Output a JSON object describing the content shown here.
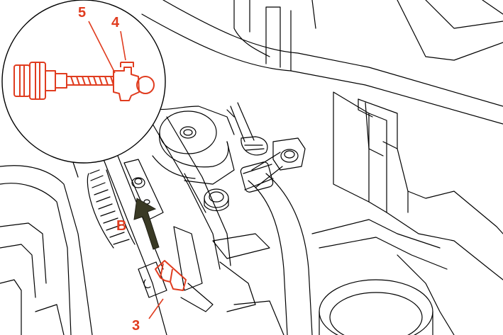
{
  "callouts": {
    "part_5": "5",
    "part_4": "4",
    "part_3": "3",
    "direction_b": "B"
  },
  "colors": {
    "highlight": "#e03c1f",
    "line": "#000000",
    "arrow_fill": "#3a3a25",
    "background": "#ffffff"
  }
}
